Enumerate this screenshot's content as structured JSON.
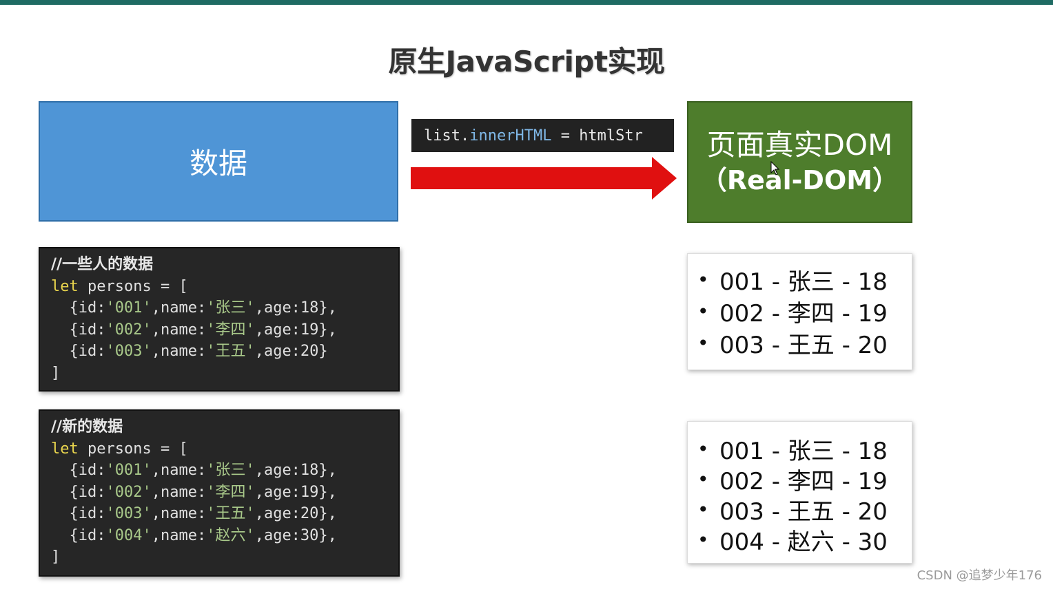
{
  "title": "原生JavaScript实现",
  "data_box": {
    "label": "数据",
    "color": "#4f95d6"
  },
  "code_label": {
    "prefix": "list.",
    "prop": "innerHTML",
    "suffix": " = htmlStr"
  },
  "arrow": {
    "color": "#e01010"
  },
  "dom_box": {
    "line1": "页面真实DOM",
    "line2": "（Real-DOM）",
    "color": "#4e7d2c"
  },
  "code1": {
    "comment": "//一些人的数据",
    "let_kw": "let",
    "decl": " persons = [",
    "rows": [
      {
        "pre": "  {id:",
        "id": "'001'",
        "mid": ",name:",
        "name": "'张三'",
        "post": ",age:18},"
      },
      {
        "pre": "  {id:",
        "id": "'002'",
        "mid": ",name:",
        "name": "'李四'",
        "post": ",age:19},"
      },
      {
        "pre": "  {id:",
        "id": "'003'",
        "mid": ",name:",
        "name": "'王五'",
        "post": ",age:20}"
      }
    ],
    "close": "]"
  },
  "code2": {
    "comment": "//新的数据",
    "let_kw": "let",
    "decl": " persons = [",
    "rows": [
      {
        "pre": "  {id:",
        "id": "'001'",
        "mid": ",name:",
        "name": "'张三'",
        "post": ",age:18},"
      },
      {
        "pre": "  {id:",
        "id": "'002'",
        "mid": ",name:",
        "name": "'李四'",
        "post": ",age:19},"
      },
      {
        "pre": "  {id:",
        "id": "'003'",
        "mid": ",name:",
        "name": "'王五'",
        "post": ",age:20},"
      },
      {
        "pre": "  {id:",
        "id": "'004'",
        "mid": ",name:",
        "name": "'赵六'",
        "post": ",age:30},"
      }
    ],
    "close": "]"
  },
  "list1": {
    "bullet": "•",
    "items": [
      "001 - 张三 - 18",
      "002 - 李四 - 19",
      "003 - 王五 - 20"
    ]
  },
  "list2": {
    "bullet": "•",
    "items": [
      "001 - 张三 - 18",
      "002 - 李四 - 19",
      "003 - 王五 - 20",
      "004 - 赵六 - 30"
    ]
  },
  "watermark": "CSDN @追梦少年176"
}
